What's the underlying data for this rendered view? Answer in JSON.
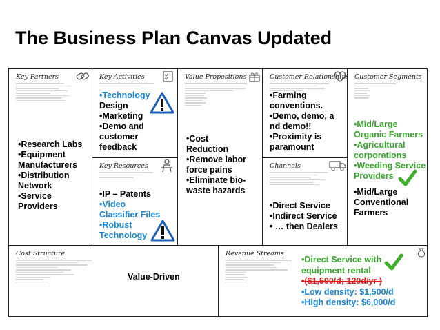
{
  "title": "The Business Plan Canvas Updated",
  "sections": {
    "key_partners": {
      "header": "Key Partners",
      "lines": [
        "•Research Labs",
        "•Equipment",
        "Manufacturers",
        "•Distribution",
        "Network",
        "•Service",
        "Providers"
      ]
    },
    "key_activities": {
      "header": "Key Activities",
      "lines_blue": [
        "•Technology"
      ],
      "lines": [
        "Design",
        "•Marketing",
        "•Demo and",
        "customer",
        "feedback"
      ]
    },
    "key_resources": {
      "header": "Key Resources",
      "line_black": "•IP – Patents",
      "lines_blue": [
        "•Video",
        "Classifier Files",
        "•Robust",
        "Technology"
      ]
    },
    "value_propositions": {
      "header": "Value Propositions",
      "lines": [
        "•Cost",
        "Reduction",
        "•Remove labor",
        "force pains",
        "•Eliminate bio-",
        "waste hazards"
      ]
    },
    "customer_relationships": {
      "header": "Customer Relationships",
      "lines": [
        "•Farming",
        "conventions.",
        "•Demo, demo, a",
        "nd demo!!",
        "•Proximity is",
        "paramount"
      ]
    },
    "channels": {
      "header": "Channels",
      "lines": [
        "•Direct Service",
        "•Indirect Service",
        "• … then Dealers"
      ]
    },
    "customer_segments": {
      "header": "Customer Segments",
      "lines_green": [
        "•Mid/Large",
        "Organic Farmers",
        "•Agricultural",
        "corporations",
        "•Weeding Service",
        "Providers"
      ],
      "lines": [
        "•Mid/Large",
        "Conventional",
        "Farmers"
      ]
    },
    "cost_structure": {
      "header": "Cost Structure",
      "text": "Value-Driven"
    },
    "revenue_streams": {
      "header": "Revenue Streams",
      "lines_green": [
        "•Direct Service with",
        "equipment rental"
      ],
      "line_red": "•($1,500/d; 120d/yr )",
      "lines_blue": [
        "•Low density: $1,500/d",
        "•High density: $6,000/d"
      ]
    }
  },
  "icons": {
    "warning": "warning-triangle-icon",
    "check": "green-checkmark-icon"
  },
  "colors": {
    "blue": "#1b86d4",
    "green": "#3aa52e",
    "red": "#e01b1b",
    "check": "#3fae2a"
  }
}
